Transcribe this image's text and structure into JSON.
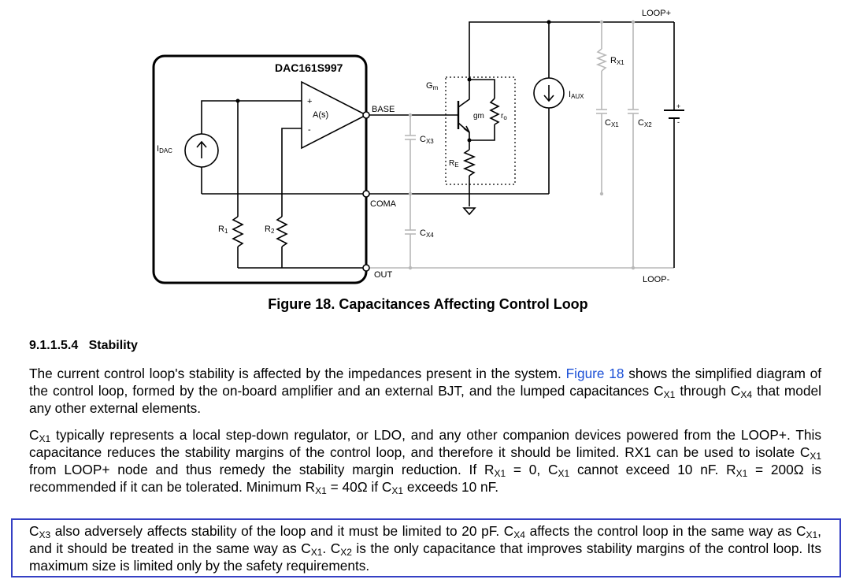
{
  "figure": {
    "chip_name": "DAC161S997",
    "labels": {
      "loop_plus": "LOOP+",
      "loop_minus": "LOOP-",
      "base": "BASE",
      "coma": "COMA",
      "out": "OUT",
      "amp": "A(s)",
      "plus": "+",
      "minus": "-",
      "gm_label": "G",
      "gm_sub": "m",
      "gm_small": "gm",
      "ro": "r",
      "ro_sub": "o",
      "re": "R",
      "re_sub": "E",
      "idac": "I",
      "idac_sub": "DAC",
      "iaux": "I",
      "iaux_sub": "AUX",
      "r1": "R",
      "r1_sub": "1",
      "r2": "R",
      "r2_sub": "2",
      "rx1": "R",
      "rx1_sub": "X1",
      "cx1": "C",
      "cx1_sub": "X1",
      "cx2": "C",
      "cx2_sub": "X2",
      "cx3": "C",
      "cx3_sub": "X3",
      "cx4": "C",
      "cx4_sub": "X4"
    },
    "caption": "Figure 18. Capacitances Affecting Control Loop"
  },
  "section": {
    "number": "9.1.1.5.4",
    "title": "Stability"
  },
  "text": {
    "p1a": "The current control loop's stability is affected by the impedances present in the system.",
    "p1_link": "Figure 18",
    "p1b": "shows the simplified diagram of the control loop, formed by the on-board amplifier and an external BJT, and the lumped capacitances",
    "p1c": "through",
    "p1d": "that model any other external elements.",
    "p2a": "typically represents a local step-down regulator, or LDO, and any other companion devices powered from the LOOP+. This capacitance reduces the stability margins of the control loop, and therefore it should be limited. RX1 can be used to isolate",
    "p2b": "from LOOP+ node and thus remedy the stability margin reduction. If",
    "p2c": "= 0,",
    "p2d": "cannot exceed 10 nF.",
    "p2e": "= 200Ω is recommended if it can be tolerated. Minimum",
    "p2f": "= 40Ω if",
    "p2g": "exceeds 10 nF.",
    "p3a": "also adversely affects stability of the loop and it must be limited to 20 pF.",
    "p3b": "affects the control loop in the same way as",
    "p3c": ", and it should be treated in the same way as",
    "p3d": ".",
    "p3e": "is the only capacitance that improves stability margins of the control loop. Its maximum size is limited only by the safety requirements."
  },
  "symbols": {
    "c": "C",
    "r": "R",
    "x1": "X1",
    "x2": "X2",
    "x3": "X3",
    "x4": "X4"
  },
  "colors": {
    "link": "#1a4fd6",
    "highlight_border": "#3540c4",
    "ghost_wire": "#b8b8b8"
  }
}
